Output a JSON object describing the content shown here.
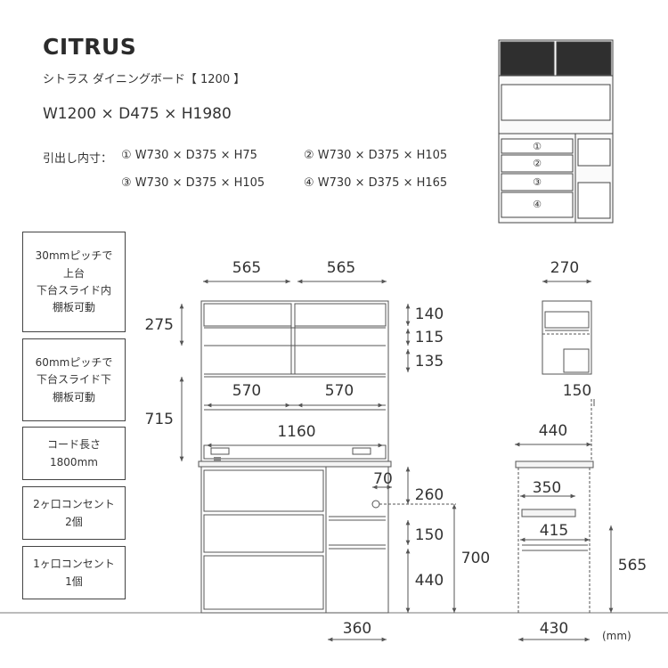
{
  "header": {
    "title": "CITRUS",
    "subtitle": "シトラス ダイニングボード【 1200 】",
    "dimensions": "W1200 × D475 × H1980"
  },
  "drawer_sizes": {
    "label": "引出し内寸：",
    "d1": "① W730 × D375 × H75",
    "d2": "② W730 × D375 × H105",
    "d3": "③ W730 × D375 × H105",
    "d4": "④ W730 × D375 × H165"
  },
  "thumbnail": {
    "markers": [
      "①",
      "②",
      "③",
      "④"
    ]
  },
  "notes": [
    {
      "lines": [
        "30mmピッチで",
        "上台",
        "下台スライド内",
        "棚板可動"
      ]
    },
    {
      "lines": [
        "60mmピッチで",
        "下台スライド下",
        "棚板可動"
      ]
    },
    {
      "lines": [
        "コード長さ",
        "1800mm"
      ]
    },
    {
      "lines": [
        "2ヶ口コンセント",
        "2個"
      ]
    },
    {
      "lines": [
        "1ヶ口コンセント",
        "1個"
      ]
    }
  ],
  "front_dims": {
    "top_left": "565",
    "top_right": "565",
    "upper_shelf": "275",
    "shelf_140": "140",
    "shelf_115": "115",
    "shelf_135": "135",
    "width_570_l": "570",
    "width_570_r": "570",
    "upper_open": "715",
    "counter_width": "1160",
    "outlet_offset": "70",
    "lower_260": "260",
    "lower_150": "150",
    "lower_440": "440",
    "lower_total": "700",
    "right_width": "360"
  },
  "side_dims": {
    "top_depth": "270",
    "shelf_150": "150",
    "counter_depth": "440",
    "slide_350": "350",
    "slide_415": "415",
    "lower_height": "565",
    "bottom_depth": "430"
  },
  "unit": "(mm)",
  "colors": {
    "line": "#555555",
    "text": "#333333",
    "cabinet_fill": "#f4f4f4"
  }
}
